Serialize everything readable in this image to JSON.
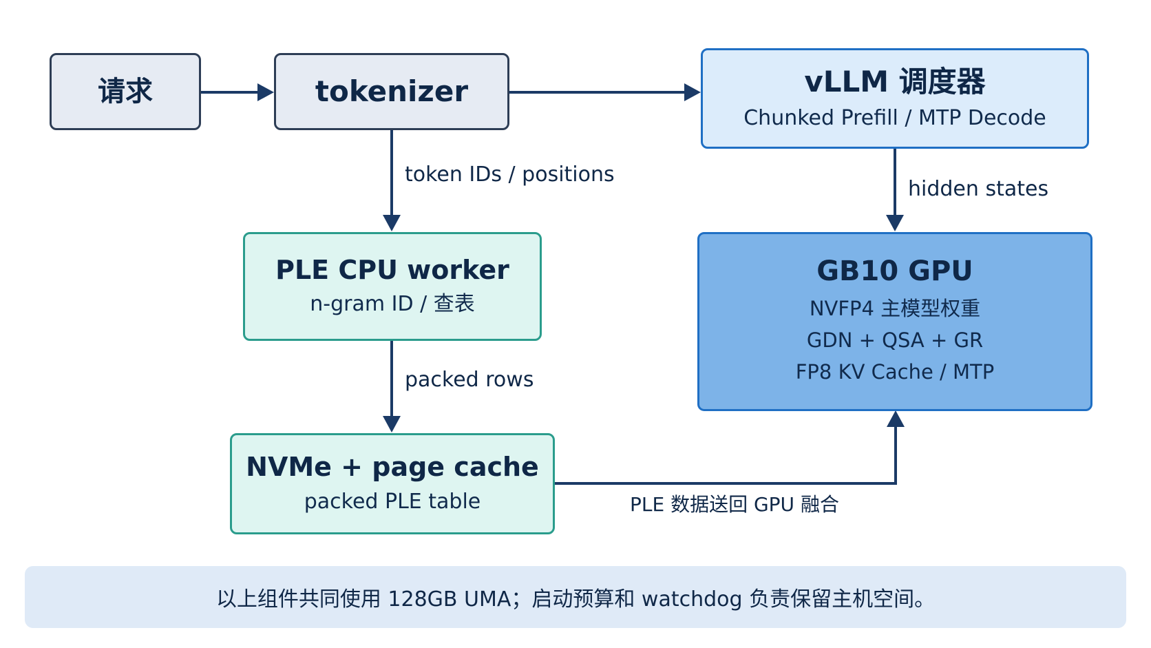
{
  "nodes": {
    "request": {
      "title": "请求"
    },
    "tokenizer": {
      "title": "tokenizer"
    },
    "scheduler": {
      "title": "vLLM 调度器",
      "subtitle": "Chunked Prefill / MTP Decode"
    },
    "ple_worker": {
      "title": "PLE CPU worker",
      "subtitle": "n-gram ID / 查表"
    },
    "gpu": {
      "title": "GB10 GPU",
      "lines": [
        "NVFP4 主模型权重",
        "GDN + QSA + GR",
        "FP8 KV Cache / MTP"
      ]
    },
    "nvme": {
      "title": "NVMe + page cache",
      "subtitle": "packed PLE table"
    }
  },
  "edges": {
    "tokenizer_to_ple": "token IDs / positions",
    "scheduler_to_gpu": "hidden states",
    "ple_to_nvme": "packed rows",
    "nvme_to_gpu": "PLE 数据送回 GPU 融合"
  },
  "footer": "以上组件共同使用 128GB UMA；启动预算和 watchdog 负责保留主机空间。",
  "colors": {
    "gray_fill": "#e6ebf3",
    "gray_stroke": "#2d3d55",
    "lightblue_fill": "#dcecfb",
    "blue_stroke": "#1f6fc4",
    "teal_fill": "#def5f1",
    "teal_stroke": "#2a9c8c",
    "gpu_fill": "#7db3e8",
    "arrow": "#1b3a66",
    "footer_bg": "#dfeaf7"
  }
}
